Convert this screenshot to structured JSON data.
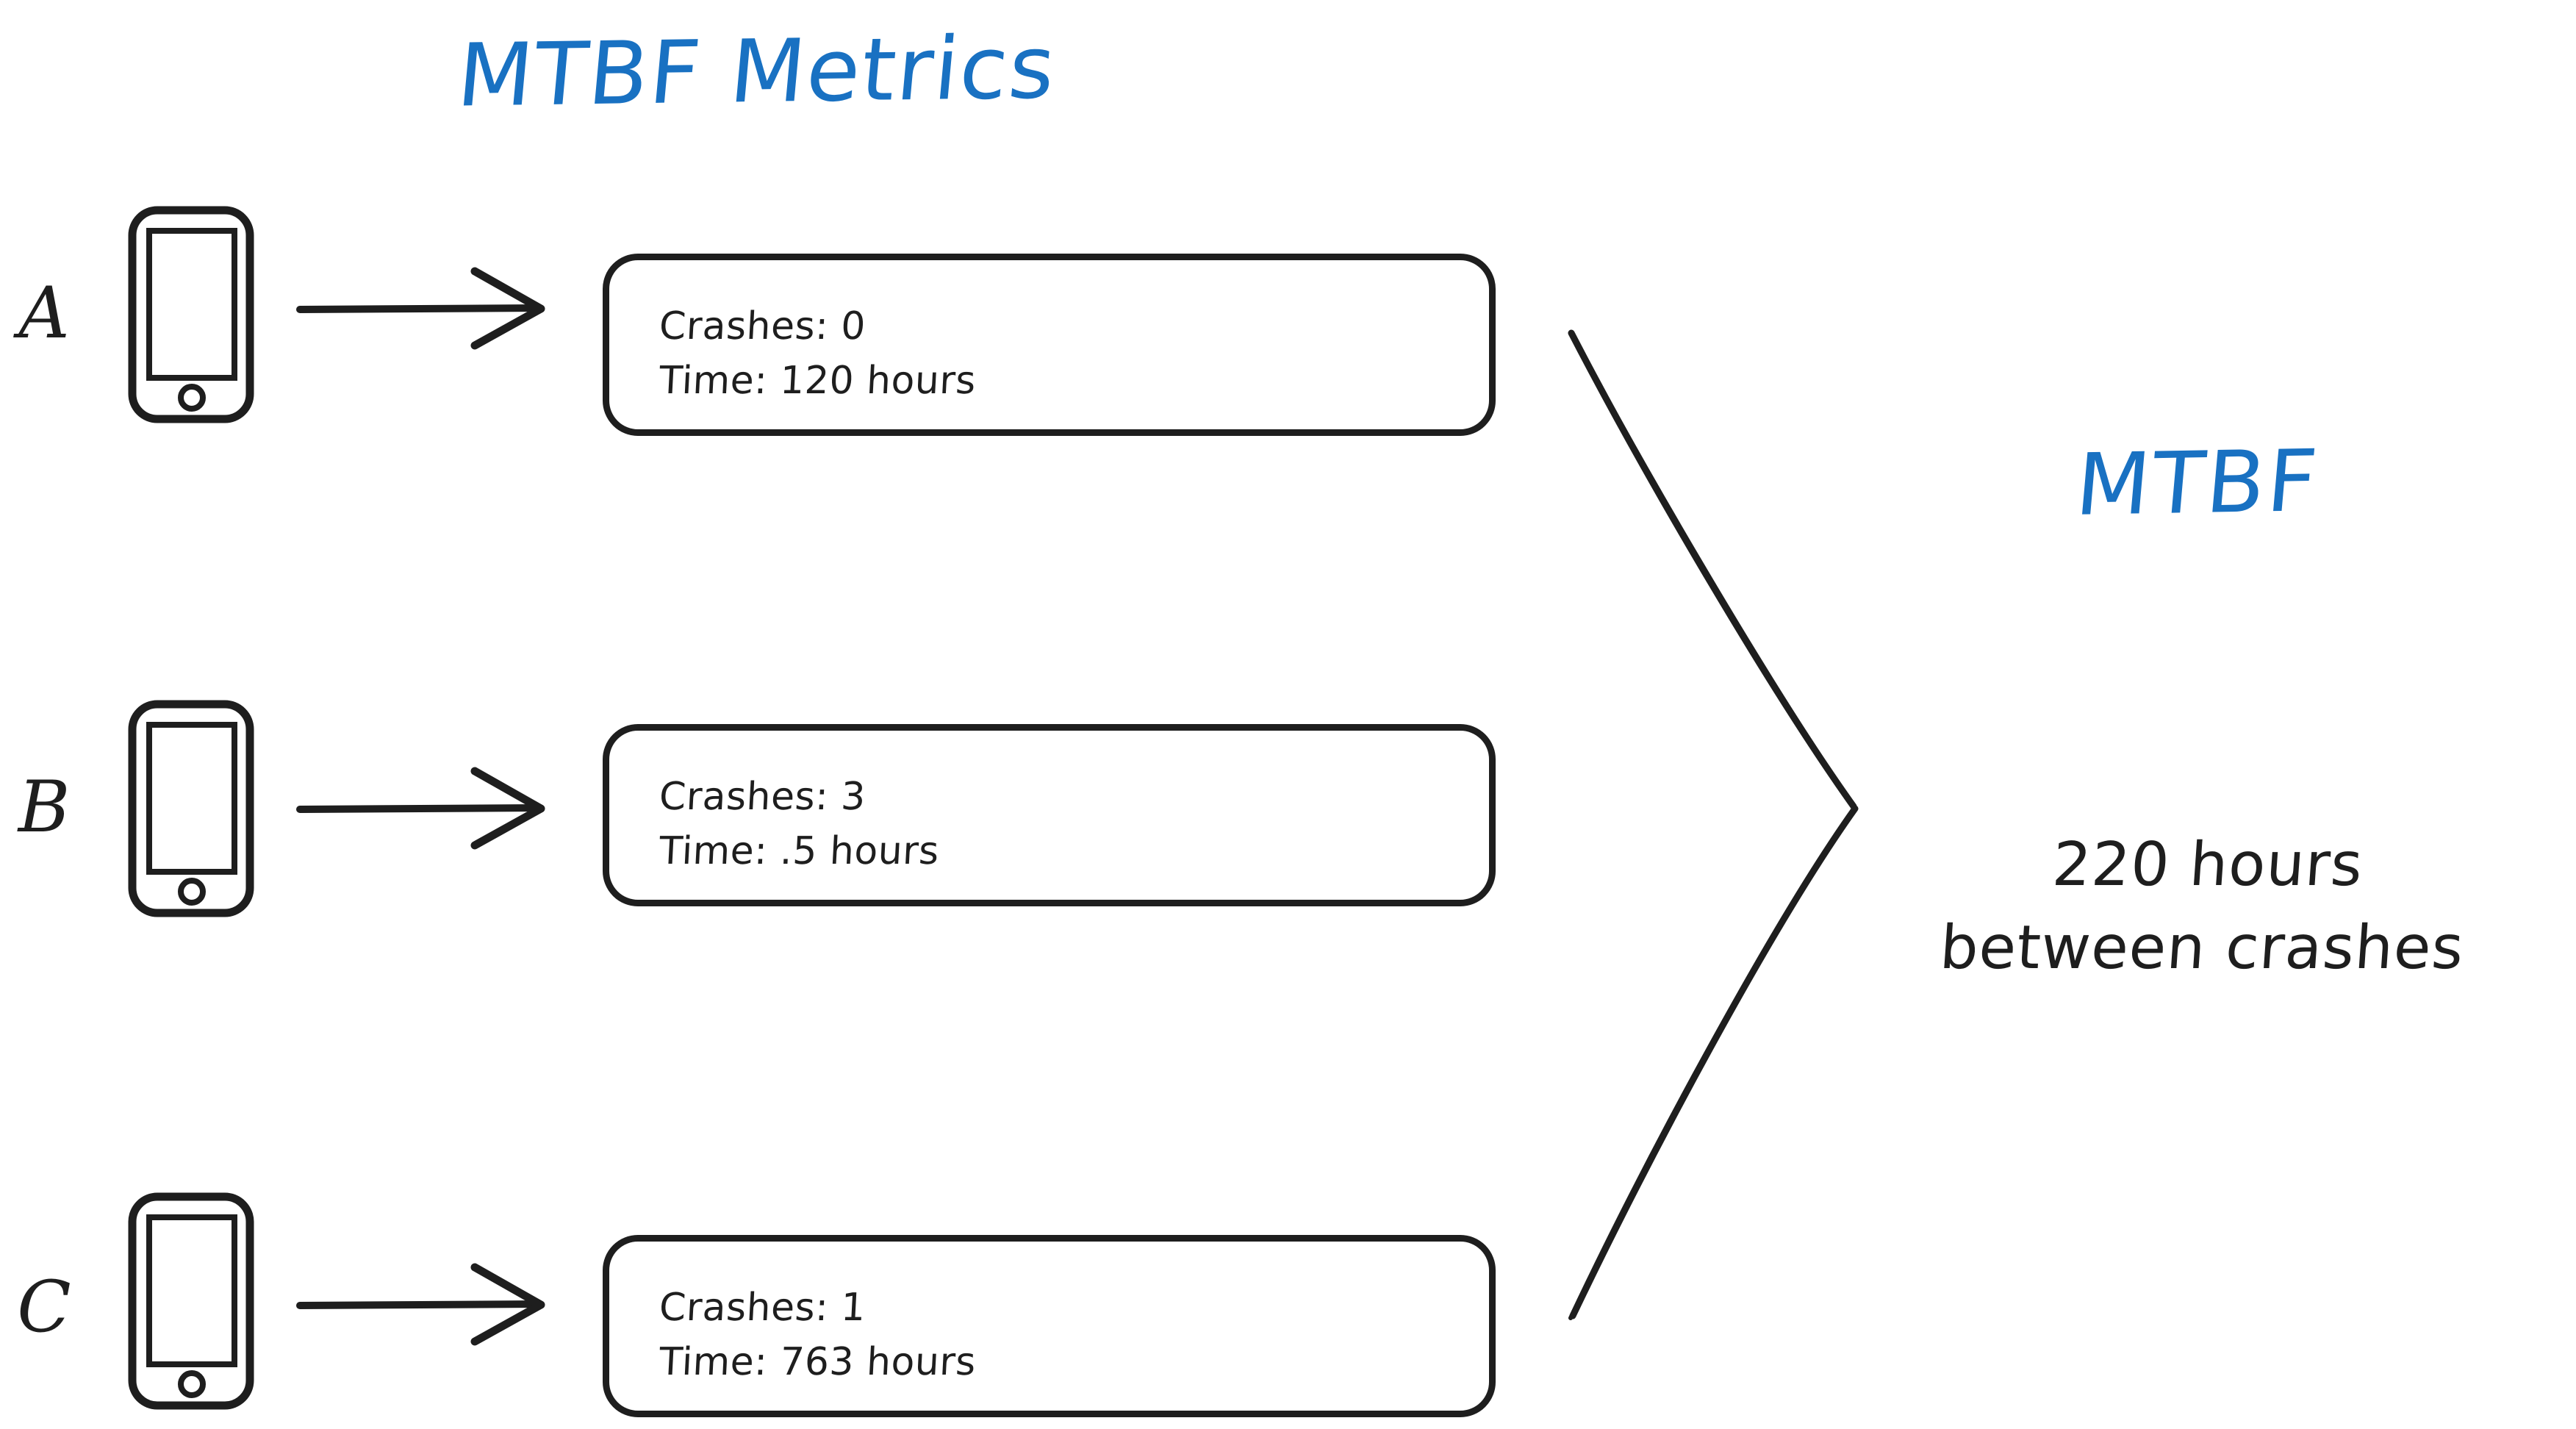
{
  "title": "MTBF Metrics",
  "colors": {
    "accent_blue": "#1971c2",
    "ink_black": "#1e1e1e",
    "background": "#ffffff"
  },
  "rows": [
    {
      "letter": "A",
      "device_icon": "phone-icon",
      "arrow_icon": "arrow-right-icon",
      "crashes_line": "Crashes: 0",
      "time_line": "Time: 120 hours"
    },
    {
      "letter": "B",
      "device_icon": "phone-icon",
      "arrow_icon": "arrow-right-icon",
      "crashes_line": "Crashes: 3",
      "time_line": "Time: .5 hours"
    },
    {
      "letter": "C",
      "device_icon": "phone-icon",
      "arrow_icon": "arrow-right-icon",
      "crashes_line": "Crashes: 1",
      "time_line": "Time: 763 hours"
    }
  ],
  "result": {
    "label": "MTBF",
    "value_line": "220 hours",
    "unit_line": "between crashes"
  },
  "chart_data": {
    "type": "table",
    "title": "MTBF Metrics",
    "columns": [
      "Device",
      "Crashes",
      "Time (hours)"
    ],
    "rows": [
      [
        "A",
        0,
        120
      ],
      [
        "B",
        3,
        0.5
      ],
      [
        "C",
        1,
        763
      ]
    ],
    "aggregate": {
      "name": "MTBF",
      "value": 220,
      "unit": "hours between crashes"
    }
  }
}
